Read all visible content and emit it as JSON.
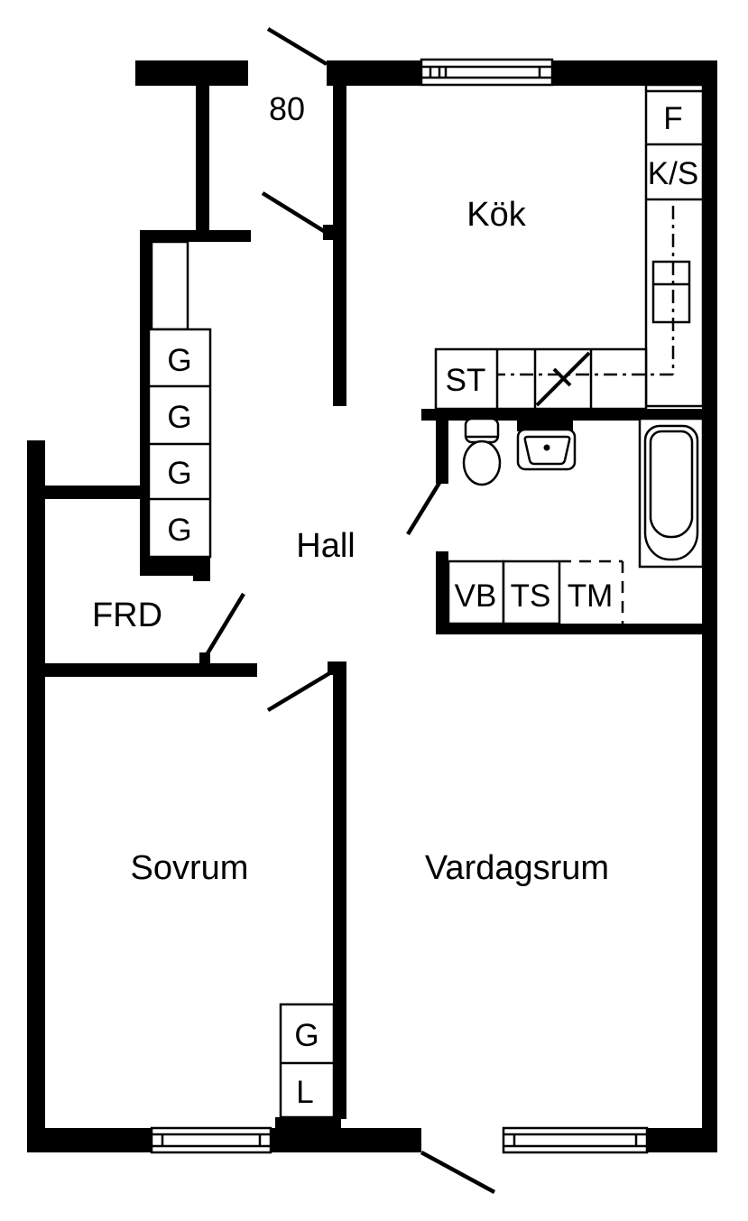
{
  "title": "Apartment floor plan",
  "colors": {
    "wall": "#000000",
    "background": "#ffffff"
  },
  "rooms": {
    "kitchen": {
      "label": "Kök"
    },
    "hall": {
      "label": "Hall"
    },
    "storage": {
      "label": "FRD"
    },
    "bedroom": {
      "label": "Sovrum"
    },
    "living_room": {
      "label": "Vardagsrum"
    }
  },
  "dimensions": {
    "entry_door_width": "80"
  },
  "kitchen_units": {
    "freezer": "F",
    "fridge_cool": "K/S",
    "cleaning_cupboard": "ST"
  },
  "bathroom_units": {
    "water_heater": "VB",
    "drying_cabinet": "TS",
    "washing_machine": "TM"
  },
  "wardrobes": {
    "hall_column": [
      "G",
      "G",
      "G",
      "G"
    ],
    "bedroom_column": [
      "G",
      "L"
    ]
  }
}
